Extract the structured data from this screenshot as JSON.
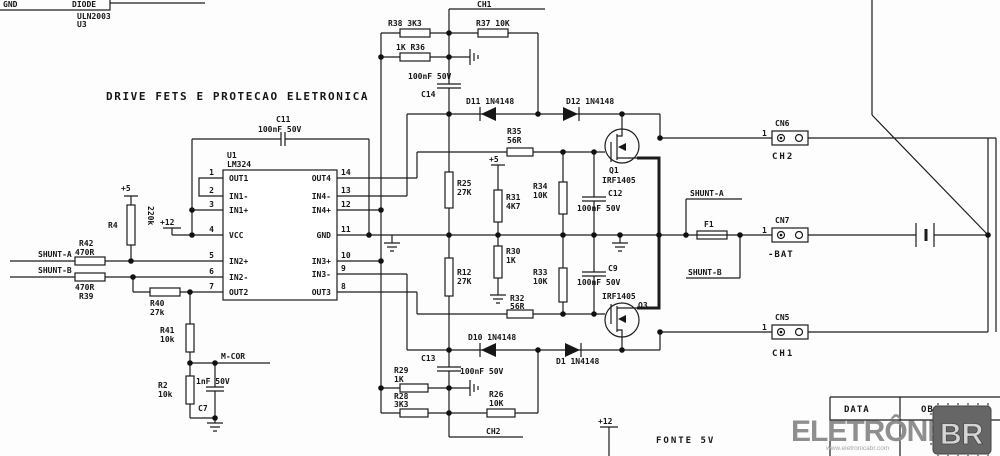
{
  "title": "DRIVE FETS E PROTECAO ELETRONICA",
  "corner": {
    "gnd": "GND",
    "diode": "DIODE",
    "part": "ULN2003",
    "ref": "U3"
  },
  "opamp": {
    "ref": "U1",
    "part": "LM324",
    "pins_left": [
      {
        "num": "1",
        "name": "OUT1"
      },
      {
        "num": "2",
        "name": "IN1-"
      },
      {
        "num": "3",
        "name": "IN1+"
      },
      {
        "num": "4",
        "name": "VCC"
      },
      {
        "num": "5",
        "name": "IN2+"
      },
      {
        "num": "6",
        "name": "IN2-"
      },
      {
        "num": "7",
        "name": "OUT2"
      }
    ],
    "pins_right": [
      {
        "num": "14",
        "name": "OUT4"
      },
      {
        "num": "13",
        "name": "IN4-"
      },
      {
        "num": "12",
        "name": "IN4+"
      },
      {
        "num": "11",
        "name": "GND"
      },
      {
        "num": "10",
        "name": "IN3+"
      },
      {
        "num": "9",
        "name": "IN3-"
      },
      {
        "num": "8",
        "name": "OUT3"
      }
    ]
  },
  "power": {
    "p5_left": "+5",
    "p12_left": "+12",
    "p5_mid": "+5",
    "p12_bottom": "+12",
    "fonte": "FONTE 5V"
  },
  "nets": {
    "shunt_a": "SHUNT-A",
    "shunt_b": "SHUNT-B",
    "mcor": "M-COR",
    "ch1_top": "CH1",
    "ch2_bottom": "CH2",
    "shunt_a_right": "SHUNT-A",
    "shunt_b_right": "SHUNT-B"
  },
  "resistors": {
    "r4": {
      "ref": "R4",
      "val": "220k"
    },
    "r42": {
      "ref": "R42",
      "val": "470R"
    },
    "r39": {
      "ref": "R39",
      "val": "470R"
    },
    "r40": {
      "ref": "R40",
      "val": "27k"
    },
    "r41": {
      "ref": "R41",
      "val": "10k"
    },
    "r2": {
      "ref": "R2",
      "val": "10k"
    },
    "r38": {
      "label": "R38 3K3"
    },
    "r37": {
      "label": "R37 10K"
    },
    "r36": {
      "label": "1K R36"
    },
    "r35": {
      "ref": "R35",
      "val": "56R"
    },
    "r25": {
      "ref": "R25",
      "val": "27K"
    },
    "r31": {
      "ref": "R31",
      "val": "4K7"
    },
    "r34": {
      "ref": "R34",
      "val": "10K"
    },
    "r30": {
      "ref": "R30",
      "val": "1K"
    },
    "r12": {
      "ref": "R12",
      "val": "27K"
    },
    "r33": {
      "ref": "R33",
      "val": "10K"
    },
    "r32": {
      "ref": "R32",
      "val": "56R"
    },
    "r29": {
      "ref": "R29",
      "val": "1K"
    },
    "r28": {
      "ref": "R28",
      "val": "3K3"
    },
    "r26": {
      "ref": "R26",
      "val": "10K"
    }
  },
  "capacitors": {
    "c11": {
      "ref": "C11",
      "val": "100nF 50V"
    },
    "c14": {
      "ref": "C14",
      "val": "100nF 50V"
    },
    "c13": {
      "ref": "C13",
      "val": "100nF 50V"
    },
    "c12": {
      "ref": "C12",
      "val": "100nF 50V"
    },
    "c9": {
      "ref": "C9",
      "val": "100nF 50V"
    },
    "c7": {
      "ref": "C7",
      "val": "1nF 50V"
    }
  },
  "diodes": {
    "d11": "D11 1N4148",
    "d12": "D12 1N4148",
    "d10": "D10 1N4148",
    "d1": "D1 1N4148"
  },
  "mosfets": {
    "q1": {
      "ref": "Q1",
      "part": "IRF1405"
    },
    "q3": {
      "ref": "Q3",
      "part": "IRF1405"
    }
  },
  "fuse": {
    "ref": "F1"
  },
  "connectors": {
    "cn6": {
      "name": "CN6",
      "pin": "1",
      "net": "CH2"
    },
    "cn7": {
      "name": "CN7",
      "pin": "1",
      "net": "-BAT"
    },
    "cn5": {
      "name": "CN5",
      "pin": "1",
      "net": "CH1"
    }
  },
  "titleblock": {
    "col1": "DATA",
    "col2": "OBSERVACA"
  },
  "logo": {
    "name": "ELETRÔNICA",
    "chip": "BR",
    "url": "www.eletronicabr.com"
  }
}
